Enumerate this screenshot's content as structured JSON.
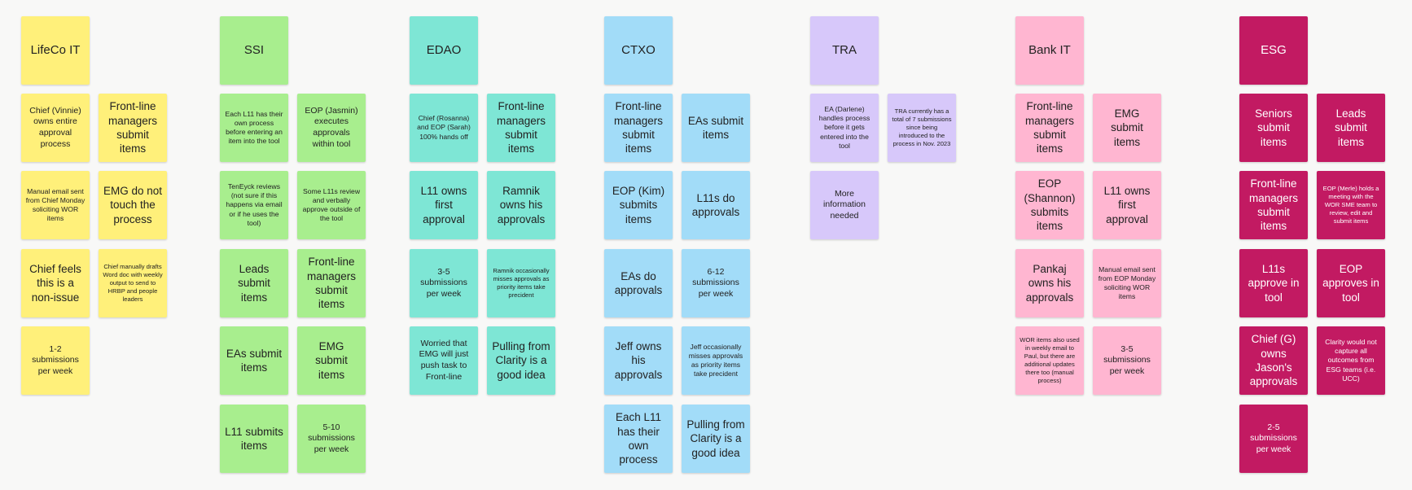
{
  "board": {
    "colors": {
      "background": "#f8f8f7",
      "yellow": "#fff07a",
      "green": "#a8ee8e",
      "teal": "#7ee6d5",
      "blue": "#a2dcf8",
      "lavender": "#d7c8fa",
      "pink": "#ffb6d1",
      "magenta": "#c21a62"
    },
    "groups": [
      {
        "header": "LifeCo IT",
        "color": "yellow",
        "notes": [
          {
            "text": "Chief (Vinnie) owns entire approval process",
            "size": "m"
          },
          {
            "text": "Front-line managers submit items",
            "size": "l"
          },
          {
            "text": "Manual email sent from Chief Monday soliciting WOR items",
            "size": "s"
          },
          {
            "text": "EMG do not touch the process",
            "size": "l"
          },
          {
            "text": "Chief feels this is a non-issue",
            "size": "l"
          },
          {
            "text": "Chief manually drafts Word doc with weekly output to send to HRBP and people leaders",
            "size": "xs"
          },
          {
            "text": "1-2 submissions per week",
            "size": "m"
          }
        ]
      },
      {
        "header": "SSI",
        "color": "green",
        "notes": [
          {
            "text": "Each L11 has their own process before entering an item into the tool",
            "size": "s"
          },
          {
            "text": "EOP (Jasmin) executes approvals within tool",
            "size": "m"
          },
          {
            "text": "TenEyck reviews (not sure if this happens via email or if he uses the tool)",
            "size": "s"
          },
          {
            "text": "Some L11s review and verbally approve outside of the tool",
            "size": "s"
          },
          {
            "text": "Leads submit items",
            "size": "l"
          },
          {
            "text": "Front-line managers submit items",
            "size": "l"
          },
          {
            "text": "EAs submit items",
            "size": "l"
          },
          {
            "text": "EMG submit items",
            "size": "l"
          },
          {
            "text": "L11 submits items",
            "size": "l"
          },
          {
            "text": "5-10 submissions per week",
            "size": "m"
          }
        ]
      },
      {
        "header": "EDAO",
        "color": "teal",
        "notes": [
          {
            "text": "Chief (Rosanna) and EOP (Sarah) 100% hands off",
            "size": "s"
          },
          {
            "text": "Front-line managers submit items",
            "size": "l"
          },
          {
            "text": "L11 owns first approval",
            "size": "l"
          },
          {
            "text": "Ramnik owns his approvals",
            "size": "l"
          },
          {
            "text": "3-5 submissions per week",
            "size": "m"
          },
          {
            "text": "Ramnik occasionally misses approvals as priority items take precident",
            "size": "xs"
          },
          {
            "text": "Worried that EMG will just push task to Front-line",
            "size": "m"
          },
          {
            "text": "Pulling from Clarity is a good idea",
            "size": "l"
          }
        ]
      },
      {
        "header": "CTXO",
        "color": "blue",
        "notes": [
          {
            "text": "Front-line managers submit items",
            "size": "l"
          },
          {
            "text": "EAs submit items",
            "size": "l"
          },
          {
            "text": "EOP (Kim) submits items",
            "size": "l"
          },
          {
            "text": "L11s do approvals",
            "size": "l"
          },
          {
            "text": "EAs do approvals",
            "size": "l"
          },
          {
            "text": "6-12 submissions per week",
            "size": "m"
          },
          {
            "text": "Jeff owns his approvals",
            "size": "l"
          },
          {
            "text": "Jeff occasionally misses approvals as priority items take precident",
            "size": "s"
          },
          {
            "text": "Each L11 has their own process",
            "size": "l"
          },
          {
            "text": "Pulling from Clarity is a good idea",
            "size": "l"
          }
        ]
      },
      {
        "header": "TRA",
        "color": "lavender",
        "notes": [
          {
            "text": "EA (Darlene) handles process before it gets entered into the tool",
            "size": "s"
          },
          {
            "text": "TRA currently has a total of 7 submissions since being introduced to the process in Nov. 2023",
            "size": "xs"
          },
          {
            "text": "More information needed",
            "size": "m"
          }
        ]
      },
      {
        "header": "Bank IT",
        "color": "pink",
        "notes": [
          {
            "text": "Front-line managers submit items",
            "size": "l"
          },
          {
            "text": "EMG submit items",
            "size": "l"
          },
          {
            "text": "EOP (Shannon) submits items",
            "size": "l"
          },
          {
            "text": "L11 owns first approval",
            "size": "l"
          },
          {
            "text": "Pankaj owns his approvals",
            "size": "l"
          },
          {
            "text": "Manual email sent from EOP Monday soliciting WOR items",
            "size": "s"
          },
          {
            "text": "WOR items also used in weekly email to Paul, but there are additional updates there too (manual process)",
            "size": "xs"
          },
          {
            "text": "3-5 submissions per week",
            "size": "m"
          }
        ]
      },
      {
        "header": "ESG",
        "color": "magenta",
        "notes": [
          {
            "text": "Seniors submit items",
            "size": "l"
          },
          {
            "text": "Leads submit items",
            "size": "l"
          },
          {
            "text": "Front-line managers submit items",
            "size": "l"
          },
          {
            "text": "EOP (Merle) holds a meeting with the WOR SME team to review, edit and submit items",
            "size": "xs"
          },
          {
            "text": "L11s approve in tool",
            "size": "l"
          },
          {
            "text": "EOP approves in tool",
            "size": "l"
          },
          {
            "text": "Chief (G) owns Jason's approvals",
            "size": "l"
          },
          {
            "text": "Clarity would not capture all outcomes from ESG teams (i.e. UCC)",
            "size": "s"
          },
          {
            "text": "2-5 submissions per week",
            "size": "m"
          }
        ]
      }
    ]
  }
}
